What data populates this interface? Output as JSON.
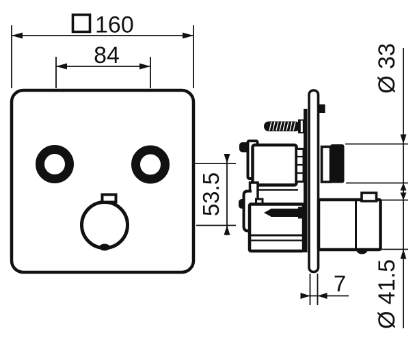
{
  "drawing": {
    "kind": "technical-dimension-drawing",
    "views": [
      "front",
      "side"
    ]
  },
  "dimensions": {
    "plate_size": {
      "symbol": "□",
      "value": "160"
    },
    "handle_spacing": {
      "value": "84"
    },
    "axis_distance": {
      "value": "53.5"
    },
    "handle_diameter": {
      "value": "Ø 33"
    },
    "plate_thickness": {
      "value": "7"
    },
    "thermostat_diameter": {
      "value": "Ø 41.5"
    }
  },
  "colors": {
    "line": "#111111",
    "background": "#ffffff"
  }
}
